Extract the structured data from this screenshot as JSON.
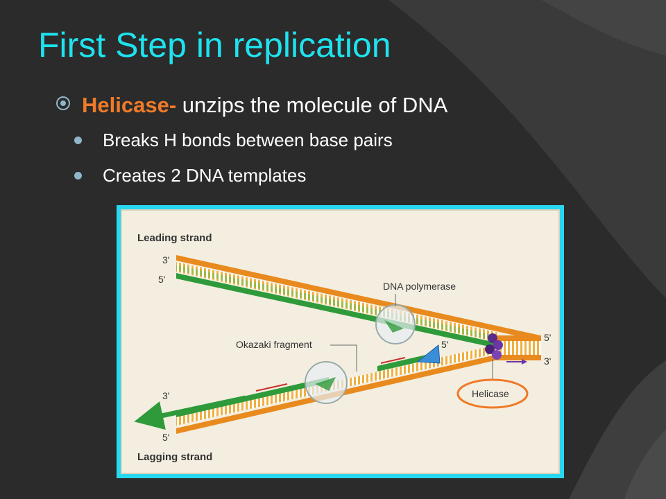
{
  "slide": {
    "title": "First Step in replication",
    "bullet_main": {
      "highlight": "Helicase-",
      "text": " unzips the molecule of DNA"
    },
    "sub_bullets": [
      "Breaks H bonds between base pairs",
      " Creates 2 DNA templates"
    ]
  },
  "diagram": {
    "leading_strand": "Leading strand",
    "lagging_strand": "Lagging strand",
    "dna_polymerase": "DNA polymerase",
    "okazaki_fragment": "Okazaki fragment",
    "helicase": "Helicase",
    "left_top_3": "3'",
    "left_top_5": "5'",
    "right_5": "5'",
    "right_3": "3'",
    "mid_5": "5'",
    "bottom_3": "3'",
    "bottom_5": "5'"
  },
  "colors": {
    "title": "#1ee3ee",
    "highlight": "#f07a28",
    "orange_strand": "#f0a030",
    "green_strand": "#2f9a3a",
    "frame": "#28d8f0"
  }
}
